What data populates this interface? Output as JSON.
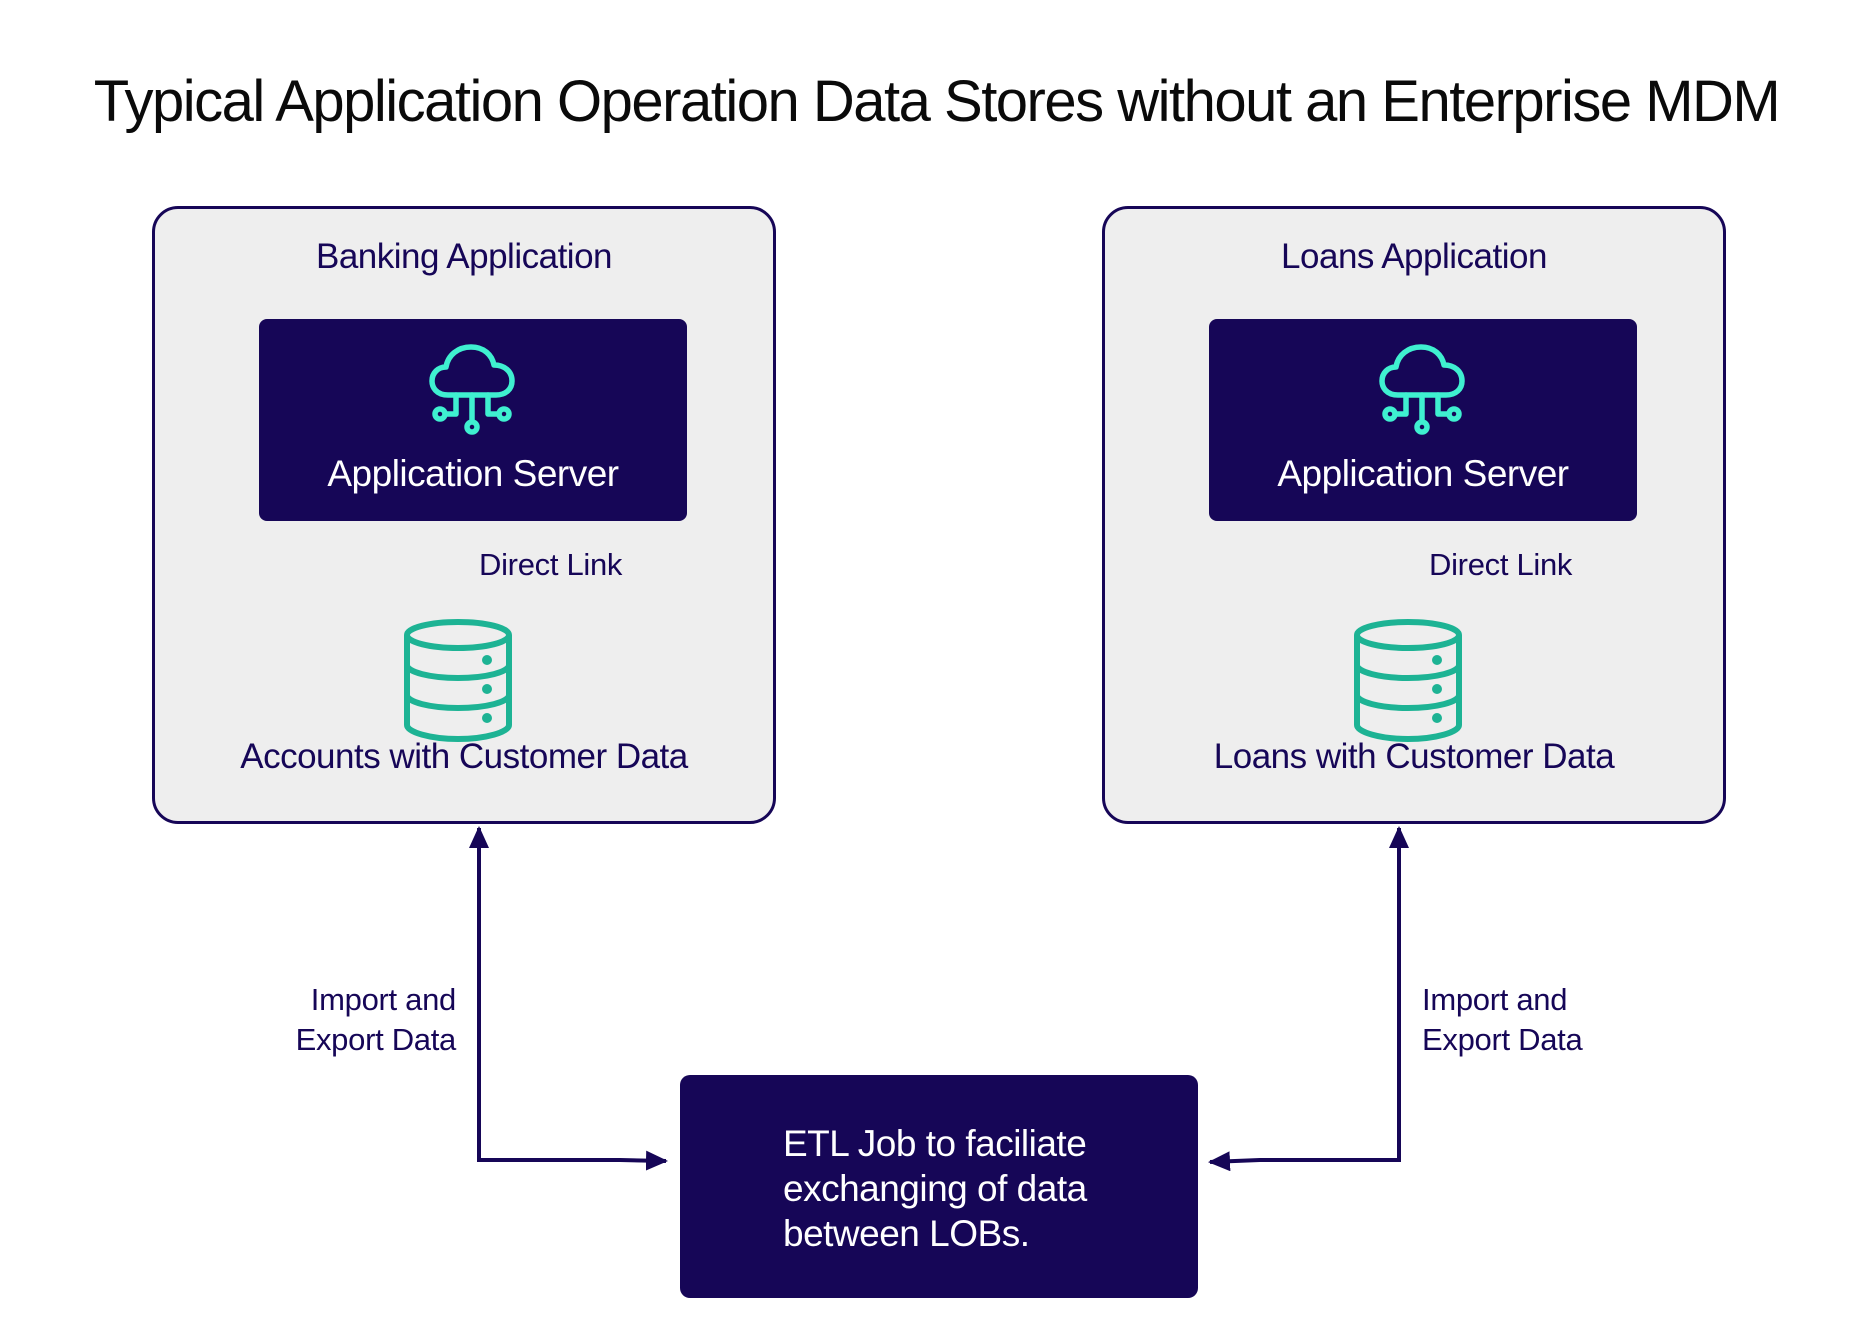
{
  "title": "Typical Application Operation Data Stores without an Enterprise MDM",
  "colors": {
    "navy": "#160657",
    "panel_bg": "#eeeeee",
    "cloud_icon": "#3ff0d0",
    "database_icon": "#1db394"
  },
  "applications": [
    {
      "name": "Banking Application",
      "server": {
        "icon": "cloud-network-icon",
        "label": "Application Server"
      },
      "link_label": "Direct Link",
      "database": {
        "icon": "database-icon",
        "label": "Accounts with Customer Data"
      },
      "exchange_label": [
        "Import and",
        "Export Data"
      ]
    },
    {
      "name": "Loans Application",
      "server": {
        "icon": "cloud-network-icon",
        "label": "Application Server"
      },
      "link_label": "Direct Link",
      "database": {
        "icon": "database-icon",
        "label": "Loans with Customer Data"
      },
      "exchange_label": [
        "Import and",
        "Export Data"
      ]
    }
  ],
  "etl": {
    "lines": [
      "ETL Job to faciliate",
      "exchanging of data",
      "between LOBs."
    ]
  }
}
